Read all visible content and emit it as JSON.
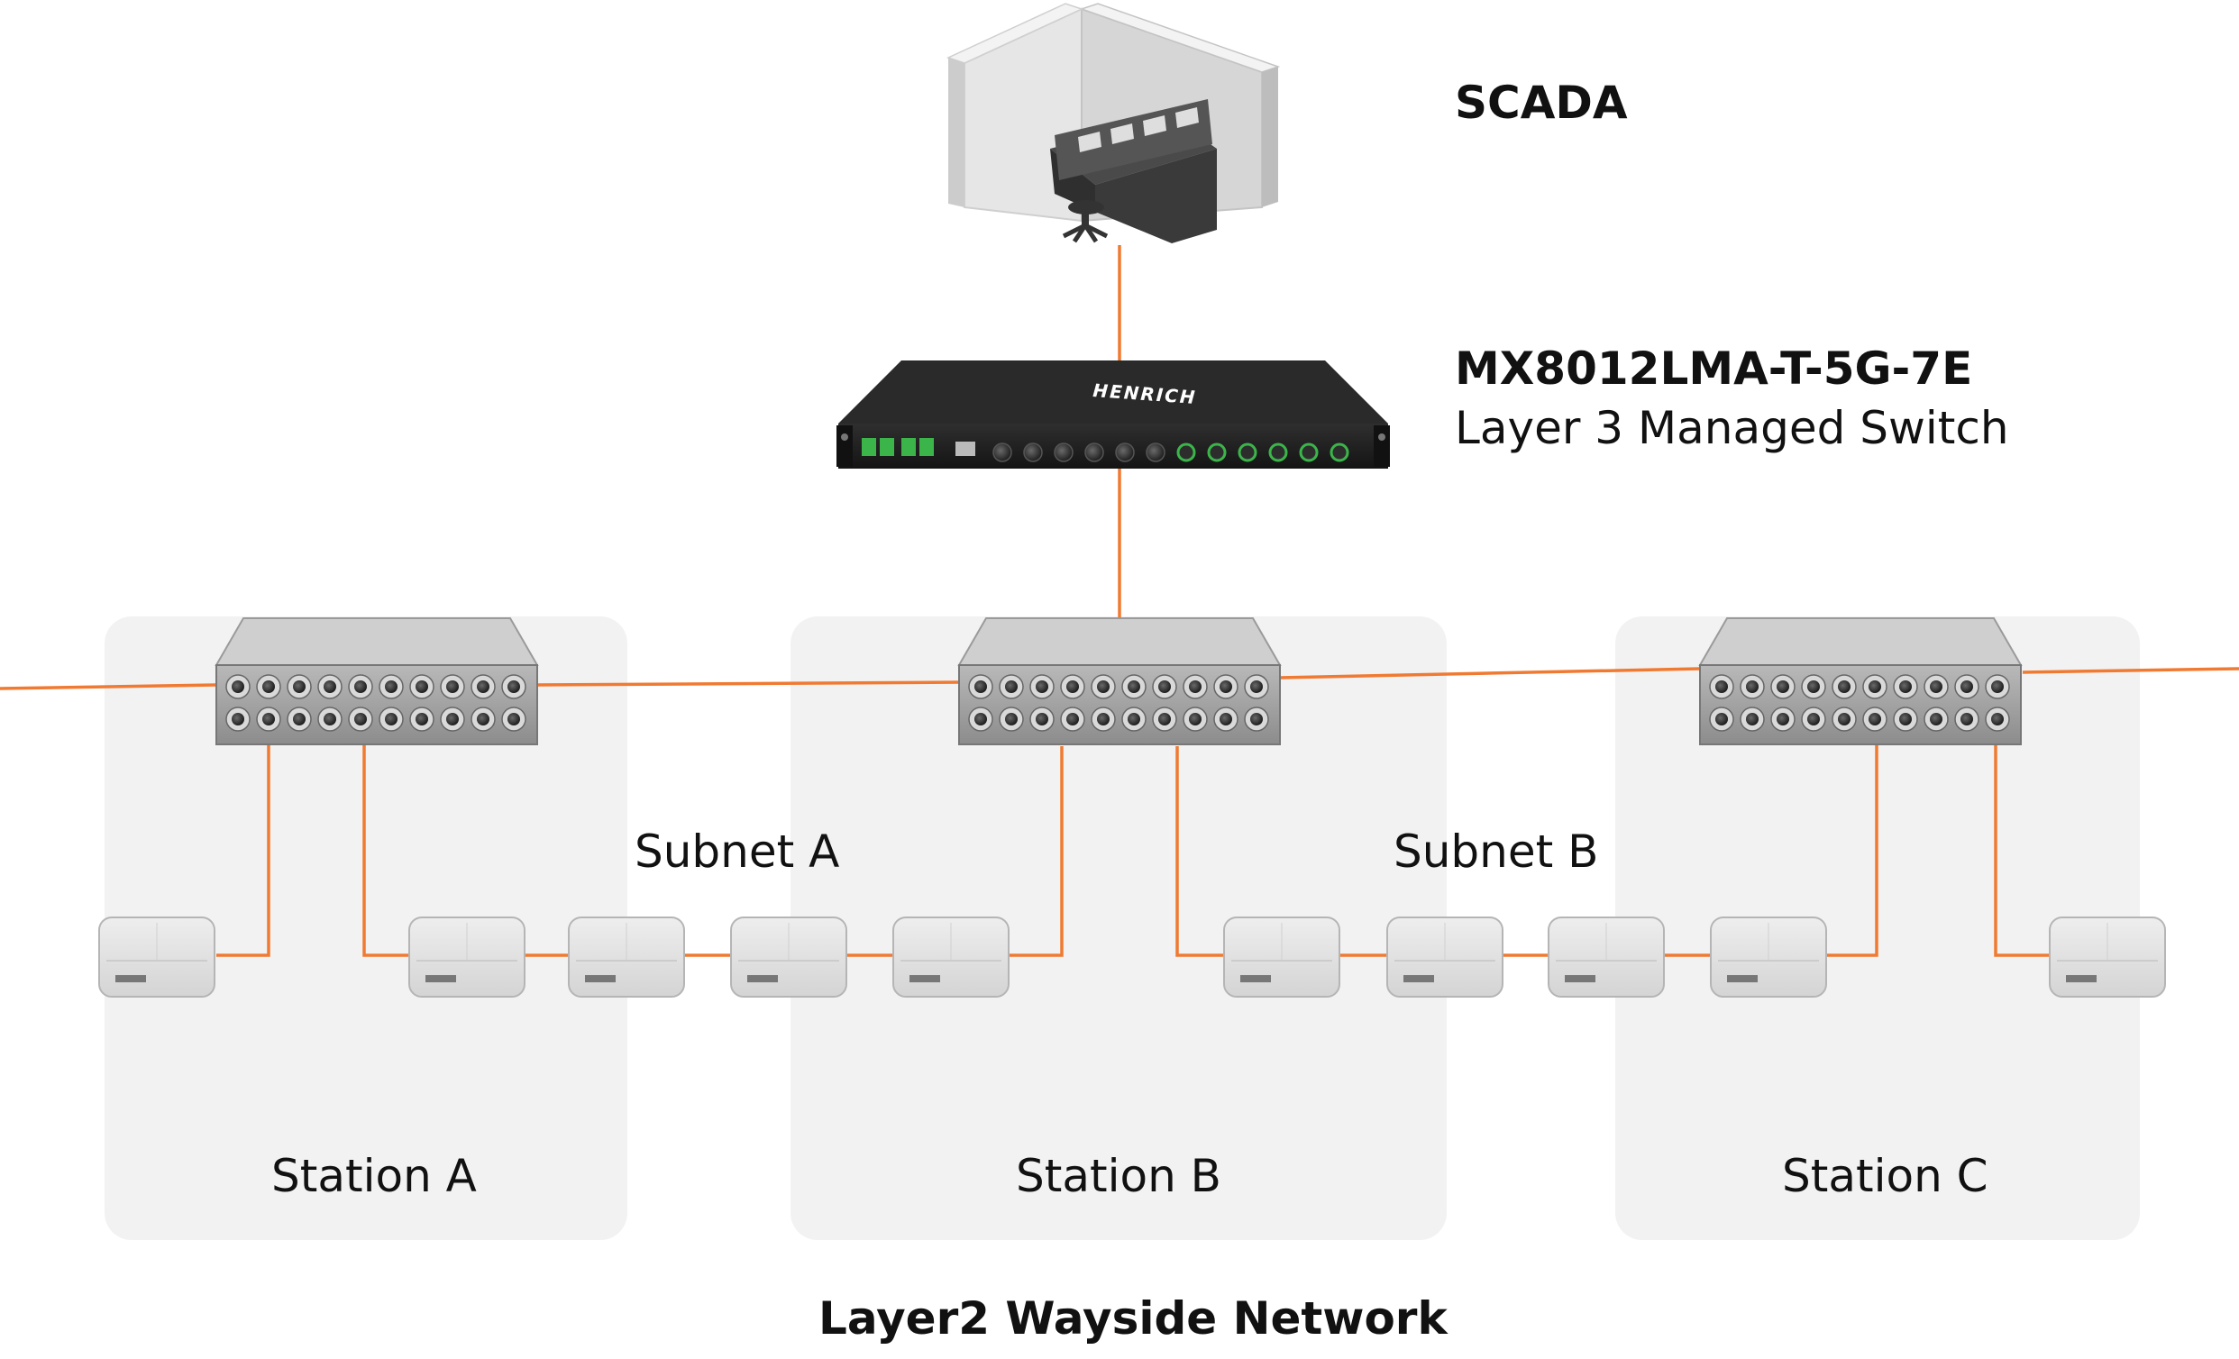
{
  "scada": {
    "label": "SCADA"
  },
  "core_switch": {
    "model": "MX8012LMA-T-5G-7E",
    "description": "Layer 3 Managed Switch",
    "brand": "HENRICH"
  },
  "subnets": [
    {
      "label": "Subnet A"
    },
    {
      "label": "Subnet B"
    }
  ],
  "stations": [
    {
      "label": "Station A"
    },
    {
      "label": "Station B"
    },
    {
      "label": "Station C"
    }
  ],
  "network": {
    "label": "Layer2 Wayside Network"
  },
  "colors": {
    "link": "#f07a32",
    "station_bg": "#f2f2f2",
    "switch_body": "#9a9a9a",
    "core_body": "#1c1c1c",
    "device_body": "#e3e3e3"
  }
}
